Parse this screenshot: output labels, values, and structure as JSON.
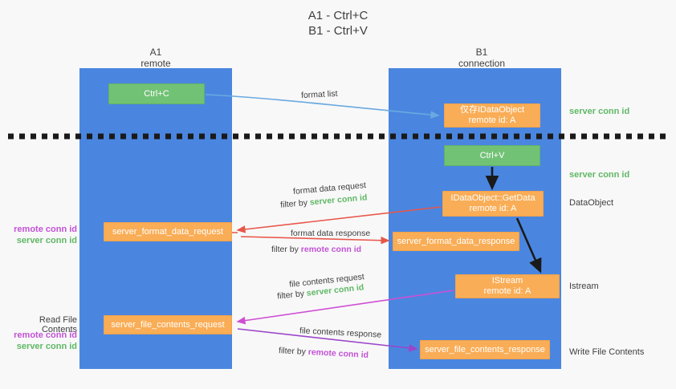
{
  "title": {
    "line1": "A1 - Ctrl+C",
    "line2": "B1 - Ctrl+V"
  },
  "lanes": [
    {
      "name": "A1",
      "sub": "remote"
    },
    {
      "name": "B1",
      "sub": "connection"
    }
  ],
  "nodes": {
    "ctrl_c": {
      "label": "Ctrl+C",
      "color": "#72c276"
    },
    "data_object": {
      "label": "仅存IDataObject",
      "sub": "remote id: A",
      "color": "#f9ad56"
    },
    "ctrl_v": {
      "label": "Ctrl+V",
      "color": "#72c276"
    },
    "get_data": {
      "label": "IDataObject::GetData",
      "sub": "remote id: A",
      "color": "#f9ad56"
    },
    "server_format_data_request": {
      "label": "server_format_data_request",
      "color": "#f9ad56"
    },
    "server_format_data_response": {
      "label": "server_format_data_response",
      "color": "#f9ad56"
    },
    "istream": {
      "label": "IStream",
      "sub": "remote id: A",
      "color": "#f9ad56"
    },
    "server_file_contents_request": {
      "label": "server_file_contents_request",
      "color": "#f9ad56"
    },
    "server_file_contents_response": {
      "label": "server_file_contents_response",
      "color": "#f9ad56"
    }
  },
  "edge_labels": {
    "format_list": "format list",
    "format_data_request": "format data request",
    "format_data_request_filter_prefix": "filter by ",
    "format_data_request_filter_value": "server conn id",
    "format_data_response": "format data response",
    "format_data_response_filter_prefix": "filter by ",
    "format_data_response_filter_value": "remote conn id",
    "file_contents_request": "file contents request",
    "file_contents_request_filter_prefix": "filter by ",
    "file_contents_request_filter_value": "server conn id",
    "file_contents_response": "file contents response",
    "file_contents_response_filter_prefix": "filter by ",
    "file_contents_response_filter_value": "remote conn id"
  },
  "side_annotations": {
    "server_conn_id_top": "server conn id",
    "server_conn_id_mid": "server conn id",
    "data_object": "DataObject",
    "istream": "Istream",
    "write_file_contents": "Write File Contents"
  },
  "left_annotations": {
    "remote_conn_id_1": "remote conn id",
    "server_conn_id_1": "server conn id",
    "read_file_contents": "Read File Contents",
    "remote_conn_id_2": "remote conn id",
    "server_conn_id_2": "server conn id"
  },
  "colors": {
    "lane": "#4a86e0",
    "green": "#72c276",
    "orange": "#f9ad56",
    "green_text": "#5fb865",
    "magenta_text": "#c252d6",
    "background": "#f8f8f8",
    "arrow_blue": "#6aa9e0",
    "arrow_red": "#e8564a",
    "arrow_magenta": "#cf4fd4",
    "arrow_purple": "#9b45c9",
    "arrow_black": "#1a1a1a"
  }
}
